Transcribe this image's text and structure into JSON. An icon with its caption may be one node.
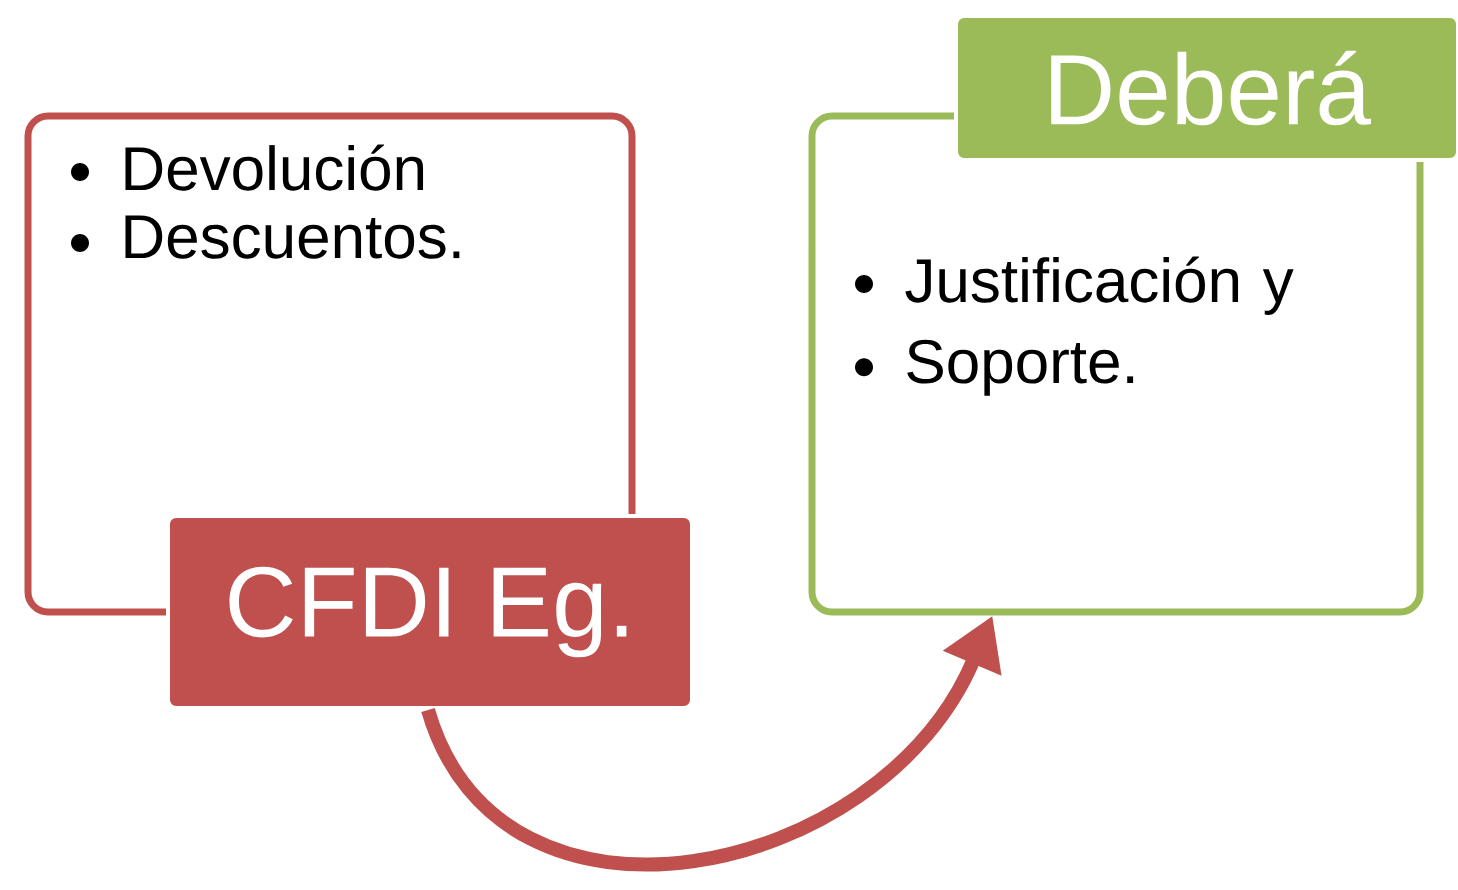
{
  "diagram": {
    "nodes": [
      {
        "text": [
          "Devolución",
          "Descuentos."
        ]
      },
      {
        "text": [
          "CFDI Eg."
        ]
      },
      {
        "text": [
          "Justificación y",
          "Soporte."
        ]
      },
      {
        "text": [
          "Deberá"
        ]
      }
    ],
    "edges": [
      {
        "from": 1,
        "to": 2,
        "arrow": "to"
      }
    ]
  }
}
